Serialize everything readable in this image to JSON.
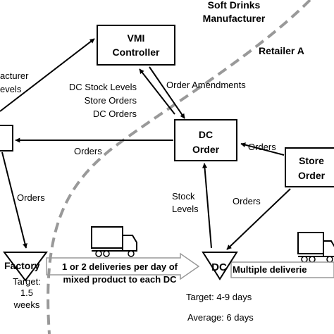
{
  "colors": {
    "boundary": "#999999",
    "stroke": "#000000",
    "background": "#ffffff"
  },
  "labels": {
    "manufacturer_line1": "Soft Drinks",
    "manufacturer_line2": "Manufacturer",
    "retailer": "Retailer A",
    "left_partial_line1": "acturer",
    "left_partial_line2": "evels"
  },
  "nodes": {
    "vmi_controller_line1": "VMI",
    "vmi_controller_line2": "Controller",
    "dc_order_line1": "DC",
    "dc_order_line2": "Order",
    "store_order_line1": "Store",
    "store_order_line2": "Order",
    "factory": "Factory",
    "dc": "DC"
  },
  "flows": {
    "dc_stock_levels": "DC Stock Levels",
    "store_orders": "Store Orders",
    "dc_orders": "DC Orders",
    "order_amendments": "Order Amendments",
    "orders_left": "Orders",
    "orders_store": "Orders",
    "orders_down": "Orders",
    "orders_store_dc": "Orders",
    "stock_levels_line1": "Stock",
    "stock_levels_line2": "Levels"
  },
  "deliveries": {
    "factory_to_dc_line1": "1 or 2 deliveries per day of",
    "factory_to_dc_line2": "mixed product to each DC",
    "dc_to_store": "Multiple deliverie"
  },
  "targets": {
    "factory_line1": "Target:",
    "factory_line2": "1.5",
    "factory_line3": "weeks",
    "dc_target": "Target: 4-9 days",
    "dc_average": "Average: 6 days"
  },
  "icons": [
    "truck-icon",
    "truck-icon"
  ]
}
